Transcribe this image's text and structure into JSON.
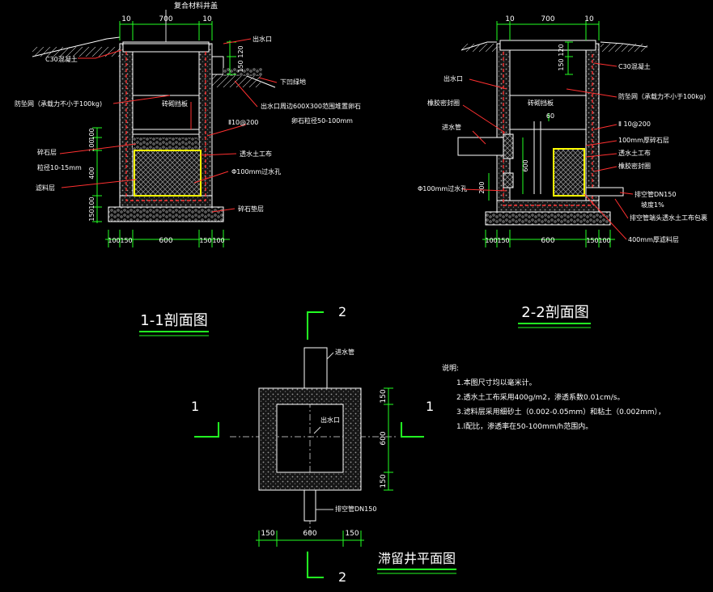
{
  "colors": {
    "background": "#000000",
    "line": "#ffffff",
    "dimension": "#22ff22",
    "filter": "#ffff00",
    "rebar": "#ff3030",
    "leader": "#ff3030"
  },
  "section_1": {
    "title": "1-1剖面图",
    "label_cover": "复合材料井盖",
    "label_c30": "C30混凝土",
    "label_outlet": "出水口",
    "label_ground": "下凹绿地",
    "label_brick": "砖砌挡板",
    "label_guard_net": "防坠网（承载力不小于100kg)",
    "label_outlet_stone": "出水口周边600X300范围堆置卵石",
    "label_pebble_size": "卵石粒径50-100mm",
    "label_rebar": "Ⅱ10@200",
    "label_gravel": "碎石层",
    "label_gravel_size": "粒径10-15mm",
    "label_geotextile": "透水土工布",
    "label_filter": "滤料层",
    "label_hole": "Φ100mm过水孔",
    "label_bedding": "碎石垫层",
    "dims_top": [
      "10",
      "700",
      "10"
    ],
    "dims_right": [
      "120",
      "150"
    ],
    "dims_left": [
      "100",
      "100",
      "400",
      "100",
      "150"
    ],
    "dims_bottom": [
      "100",
      "150",
      "600",
      "150",
      "100"
    ]
  },
  "section_2": {
    "title": "2-2剖面图",
    "label_outlet": "出水口",
    "label_seal_top": "橡胶密封圈",
    "label_brick": "砖砌挡板",
    "label_guard_net": "防坠网（承载力不小于100kg)",
    "label_c30": "C30混凝土",
    "label_inlet": "进水管",
    "label_rebar": "Ⅱ 10@200",
    "label_gravel": "100mm厚碎石层",
    "label_geotextile": "透水土工布",
    "label_seal": "橡胶密封圈",
    "label_hole": "Φ100mm过水孔",
    "label_drain": "排空管DN150",
    "label_slope": "坡度1%",
    "label_drain_wrap": "排空管端头透水土工布包裹",
    "label_filter": "400mm厚滤料层",
    "dim_60": "60",
    "dim_600": "600",
    "dim_200": "200",
    "dims_top": [
      "10",
      "700",
      "10"
    ],
    "dims_right": [
      "150",
      "120"
    ],
    "dims_bottom": [
      "100",
      "150",
      "600",
      "150",
      "100"
    ]
  },
  "plan": {
    "title": "滞留井平面图",
    "section_1_mark": "1",
    "section_2_mark": "2",
    "label_inlet": "进水管",
    "label_outlet": "出水口",
    "label_drain": "排空管DN150",
    "dims_right": [
      "150",
      "600",
      "150"
    ],
    "dims_bottom": [
      "150",
      "600",
      "150"
    ]
  },
  "notes": {
    "heading": "说明:",
    "items": [
      "1.本图尺寸均以毫米计。",
      "2.透水土工布采用400g/m2，渗透系数0.01cm/s。",
      "3.滤料层采用细砂土（0.002-0.05mm）和粘土（0.002mm），",
      "1.l配比，渗透率在50-100mm/h范围内。"
    ]
  }
}
